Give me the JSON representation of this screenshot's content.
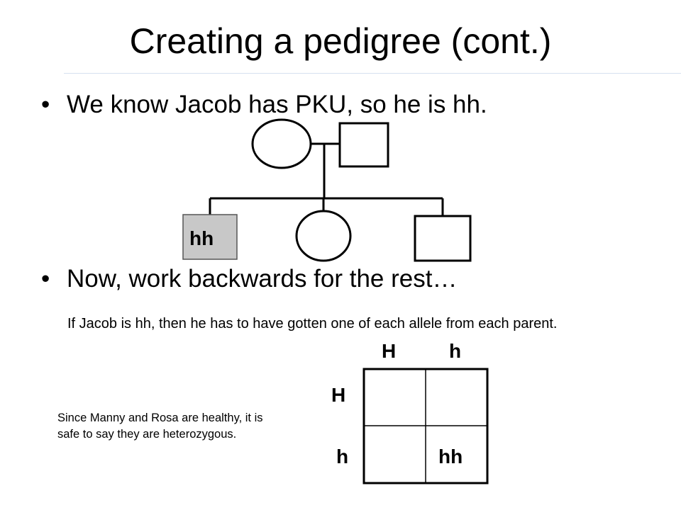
{
  "slide": {
    "title": "Creating a pedigree (cont.)",
    "bullets": [
      "We know Jacob has PKU, so he is hh.",
      "Now, work backwards for the rest…"
    ],
    "bullet_glyph": "•",
    "explanation": "If Jacob is hh, then he has to have gotten one of each allele from each parent.",
    "side_note": "Since Manny and Rosa are healthy, it is safe to say they are heterozygous."
  },
  "pedigree": {
    "affected_label": "hh",
    "affected_fill": "#c8c8c8"
  },
  "punnett": {
    "top_alleles": [
      "H",
      "h"
    ],
    "side_alleles": [
      "H",
      "h"
    ],
    "bottom_right_cell": "hh"
  }
}
